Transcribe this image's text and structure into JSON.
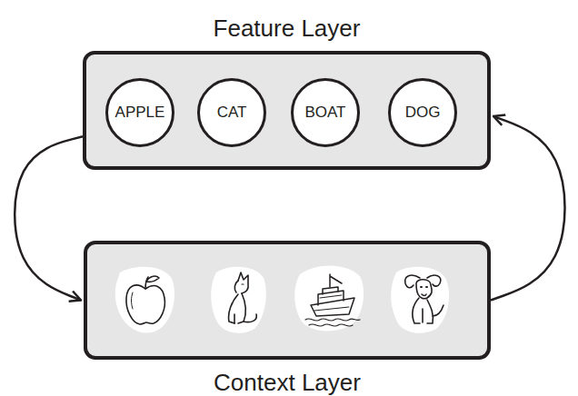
{
  "diagram": {
    "nodes": [
      {
        "text": [
          "Feature Layer"
        ]
      },
      {
        "text": [
          "APPLE"
        ],
        "in": 0
      },
      {
        "text": [
          "CAT"
        ],
        "in": 0
      },
      {
        "text": [
          "BOAT"
        ],
        "in": 0
      },
      {
        "text": [
          "DOG"
        ],
        "in": 0
      },
      {
        "text": [
          "Context Layer"
        ]
      }
    ],
    "edges": [
      {
        "from": 0,
        "to": 5,
        "arrow": "to"
      },
      {
        "from": 5,
        "to": 0,
        "arrow": "to"
      }
    ]
  }
}
